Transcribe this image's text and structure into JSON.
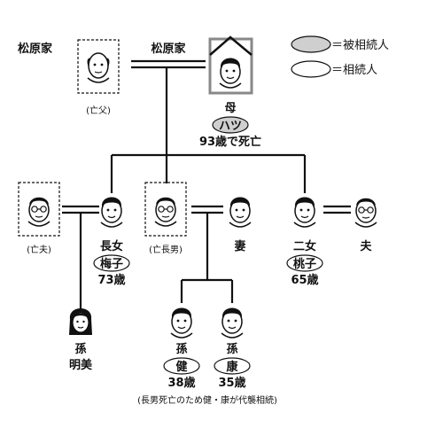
{
  "labels": {
    "family_left": "松原家",
    "family_mid": "松原家",
    "late_father": "(亡父)",
    "mother": "母",
    "mother_name": "ハツ",
    "mother_age": "93歳で死亡",
    "late_husband": "(亡夫)",
    "eldest_daughter": "長女",
    "eldest_daughter_name": "梅子",
    "eldest_daughter_age": "73歳",
    "late_eldest_son": "(亡長男)",
    "wife": "妻",
    "second_daughter": "二女",
    "second_daughter_name": "桃子",
    "second_daughter_age": "65歳",
    "husband": "夫",
    "grandchild_left": "孫",
    "grandchild_left_name": "明美",
    "grandchild_1": "孫",
    "grandchild_1_name": "健",
    "grandchild_1_age": "38歳",
    "grandchild_2": "孫",
    "grandchild_2_name": "康",
    "grandchild_2_age": "35歳",
    "note": "(長男死亡のため健・康が代襲相続)"
  },
  "legend": {
    "decedent": "＝被相続人",
    "heir": "＝相続人"
  },
  "colors": {
    "line": "#111111",
    "decedent_fill": "#cfcfcf",
    "frame_gray": "#888888"
  }
}
